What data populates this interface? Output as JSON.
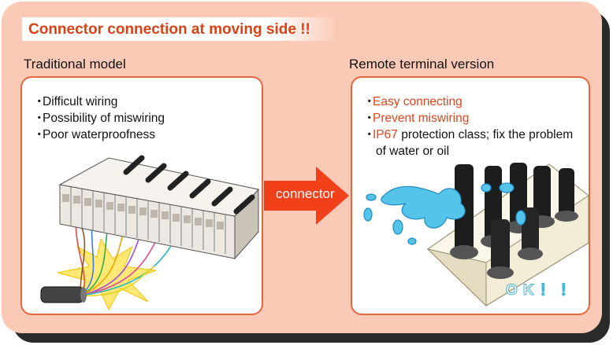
{
  "title": "Connector connection at moving side !!",
  "left": {
    "label": "Traditional model",
    "bullet": "・",
    "points": [
      "Difficult wiring",
      "Possibility of miswiring",
      "Poor waterproofness"
    ]
  },
  "right": {
    "label": "Remote terminal version",
    "bullet": "・",
    "point1": "Easy connecting",
    "point2": "Prevent miswiring",
    "point3_hl": "IP67",
    "point3_rest": " protection class; fix the problem",
    "point3_line2": "of water or oil"
  },
  "arrow_label": "connector",
  "ok_label": "OK！！",
  "colors": {
    "background": "#fbcab7",
    "accent": "#e3441b",
    "panel_border": "#e5673f",
    "water": "#4fc2e8",
    "connector": "#1b1b1b",
    "housing": "#efe8d2"
  }
}
